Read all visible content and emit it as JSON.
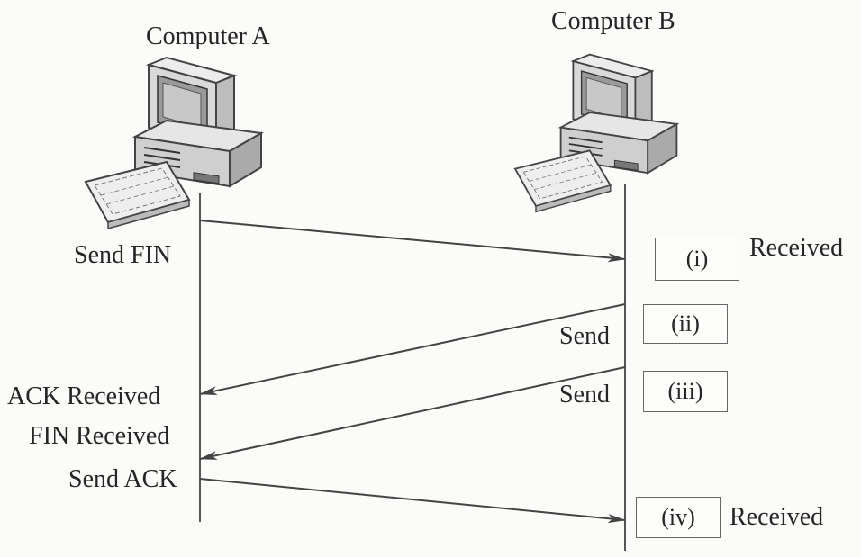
{
  "computers": {
    "a": {
      "name": "Computer A",
      "icon": "desktop-computer-icon"
    },
    "b": {
      "name": "Computer B",
      "icon": "desktop-computer-icon"
    }
  },
  "labels": {
    "send_fin": "Send FIN",
    "received_1": "Received",
    "send_2": "Send",
    "send_3": "Send",
    "ack_received": "ACK Received",
    "fin_received": "FIN Received",
    "send_ack": "Send ACK",
    "received_4": "Received"
  },
  "boxes": [
    "(i)",
    "(ii)",
    "(iii)",
    "(iv)"
  ],
  "colors": {
    "line": "#555555",
    "arrow": "#444444"
  }
}
